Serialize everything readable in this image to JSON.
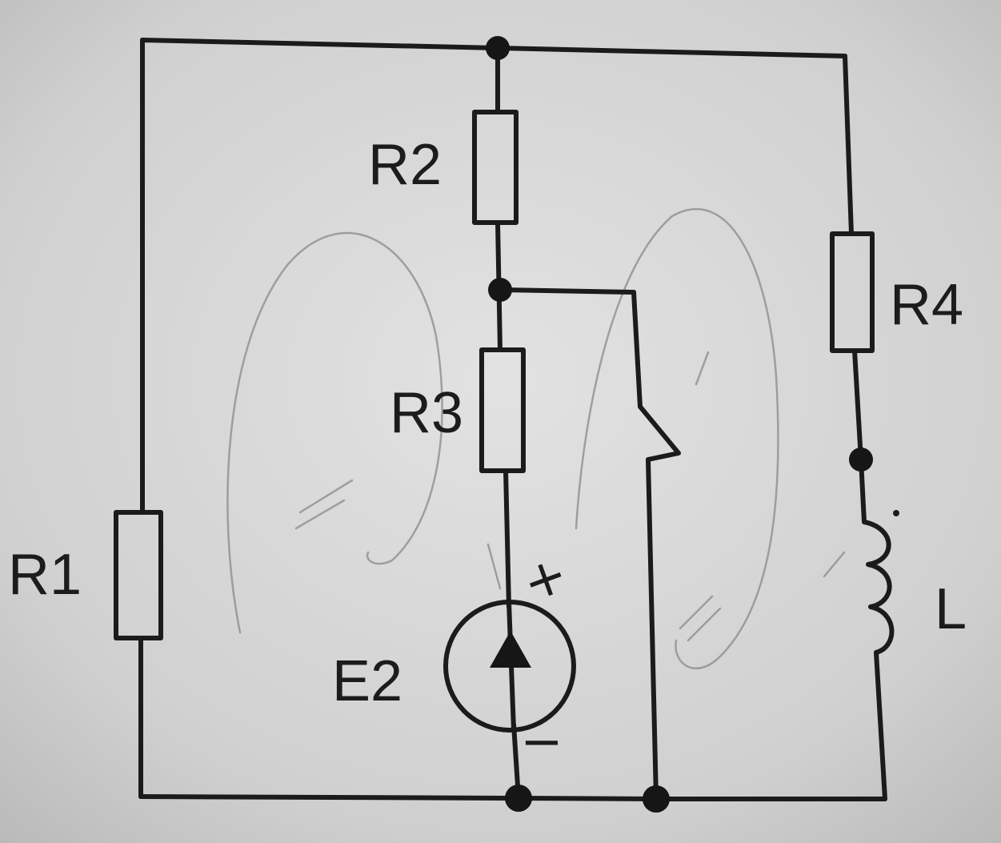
{
  "diagram": {
    "components": {
      "r1": "R1",
      "r2": "R2",
      "r3": "R3",
      "r4": "R4",
      "inductor": "L",
      "source": "E2"
    },
    "source_polarity": {
      "plus": "+",
      "minus": "−"
    },
    "colors": {
      "ink": "#1b1b1b",
      "paper": "#cfcfcf",
      "pencil": "#8a8a8a"
    }
  }
}
